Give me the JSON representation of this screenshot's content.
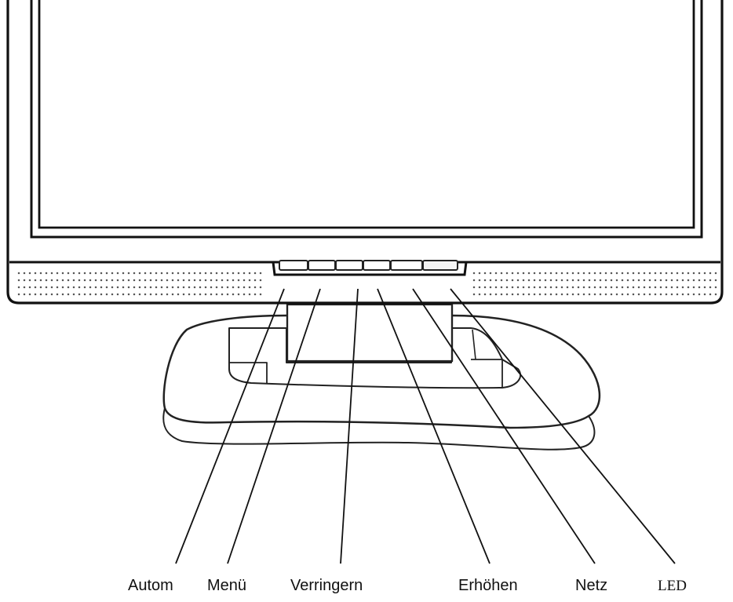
{
  "diagram": {
    "labels": [
      {
        "id": "autom",
        "text": "Autom"
      },
      {
        "id": "menue",
        "text": "Menü"
      },
      {
        "id": "verringern",
        "text": "Verringern"
      },
      {
        "id": "erhoehen",
        "text": "Erhöhen"
      },
      {
        "id": "netz",
        "text": "Netz"
      },
      {
        "id": "led",
        "text": "LED"
      }
    ]
  }
}
